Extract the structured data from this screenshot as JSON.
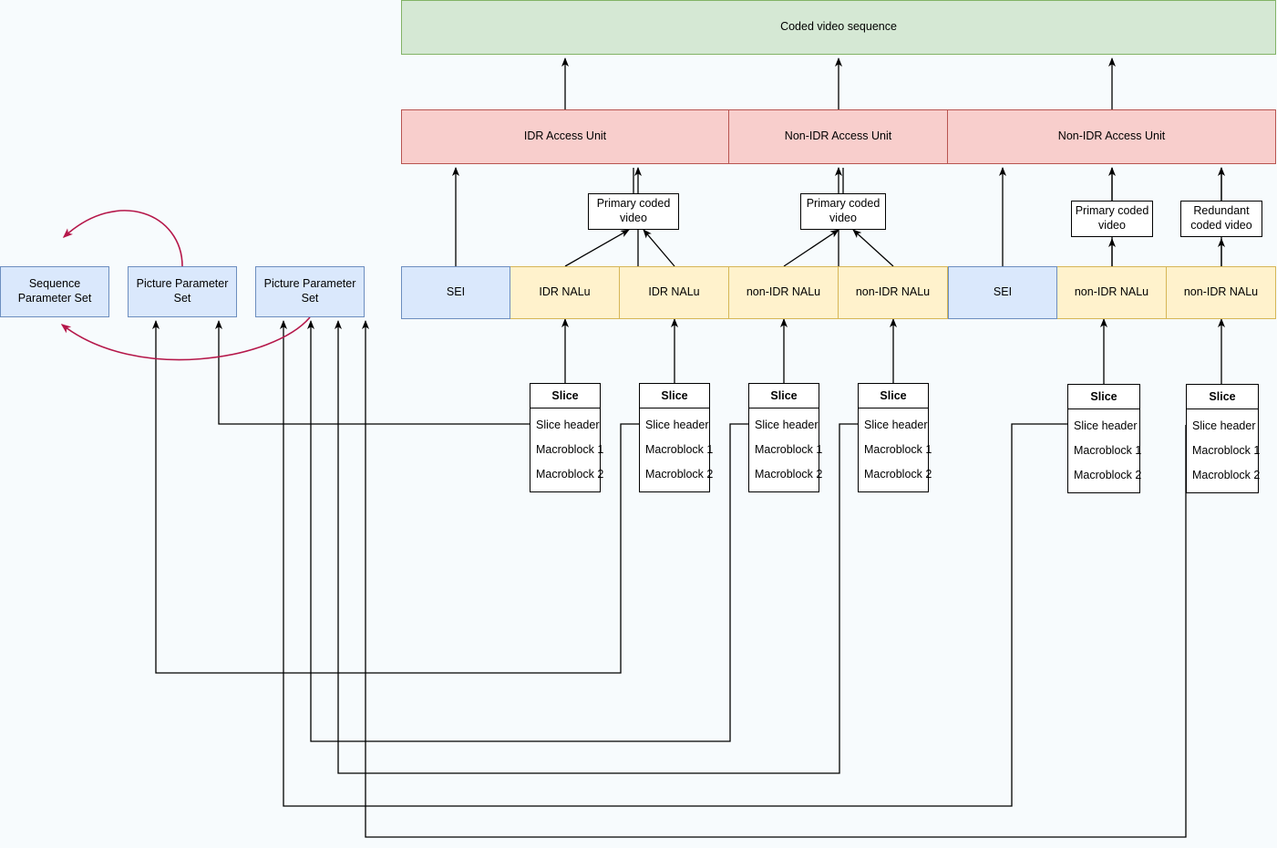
{
  "diagram": {
    "title_bar": {
      "label": "Coded video sequence"
    },
    "access_units": [
      {
        "label": "IDR Access Unit"
      },
      {
        "label": "Non-IDR Access Unit"
      },
      {
        "label": "Non-IDR Access Unit"
      }
    ],
    "nal_units": [
      {
        "label": "SEI",
        "kind": "sei"
      },
      {
        "label": "IDR NALu",
        "kind": "nalu"
      },
      {
        "label": "IDR NALu",
        "kind": "nalu"
      },
      {
        "label": "non-IDR NALu",
        "kind": "nalu"
      },
      {
        "label": "non-IDR NALu",
        "kind": "nalu"
      },
      {
        "label": "SEI",
        "kind": "sei"
      },
      {
        "label": "non-IDR NALu",
        "kind": "nalu"
      },
      {
        "label": "non-IDR NALu",
        "kind": "nalu"
      }
    ],
    "coded_video_boxes": [
      {
        "label": "Primary coded video"
      },
      {
        "label": "Primary coded video"
      },
      {
        "label": "Primary coded video"
      },
      {
        "label": "Redundant coded video"
      }
    ],
    "parameter_sets": [
      {
        "label": "Sequence Parameter Set"
      },
      {
        "label": "Picture Parameter Set"
      },
      {
        "label": "Picture Parameter Set"
      }
    ],
    "slices": [
      {
        "title": "Slice",
        "rows": [
          "Slice header",
          "Macroblock 1",
          "Macroblock 2"
        ]
      },
      {
        "title": "Slice",
        "rows": [
          "Slice header",
          "Macroblock 1",
          "Macroblock 2"
        ]
      },
      {
        "title": "Slice",
        "rows": [
          "Slice header",
          "Macroblock 1",
          "Macroblock 2"
        ]
      },
      {
        "title": "Slice",
        "rows": [
          "Slice header",
          "Macroblock 1",
          "Macroblock 2"
        ]
      },
      {
        "title": "Slice",
        "rows": [
          "Slice header",
          "Macroblock 1",
          "Macroblock 2"
        ]
      },
      {
        "title": "Slice",
        "rows": [
          "Slice header",
          "Macroblock 1",
          "Macroblock 2"
        ]
      }
    ],
    "colors": {
      "background": "#f7fbfd",
      "green_fill": "#d5e8d4",
      "green_stroke": "#82b366",
      "pink_fill": "#f8cecc",
      "pink_stroke": "#b85450",
      "yellow_fill": "#fff2cc",
      "yellow_stroke": "#d6b656",
      "blue_fill": "#dae8fc",
      "blue_stroke": "#6c8ebf",
      "white_fill": "#ffffff",
      "line": "#000000",
      "reference_arrow": "#b5174a"
    }
  }
}
